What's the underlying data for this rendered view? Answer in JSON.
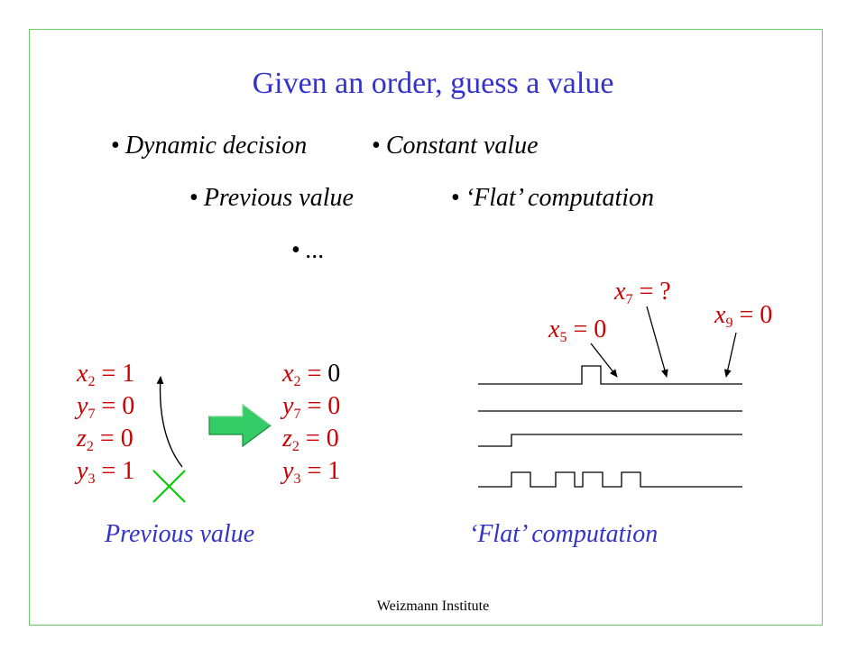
{
  "slide": {
    "title": "Given an order, guess a value",
    "bullets": [
      {
        "glyph": "•",
        "text": "Dynamic decision"
      },
      {
        "glyph": "•",
        "text": "Constant value"
      },
      {
        "glyph": "•",
        "text": "Previous value"
      },
      {
        "glyph": "•",
        "text": "‘Flat’ computation"
      },
      {
        "glyph": "•",
        "text": "..."
      }
    ],
    "left_example": {
      "before": [
        {
          "var": "x",
          "sub": "2",
          "eq": " = ",
          "val": "1"
        },
        {
          "var": "y",
          "sub": "7",
          "eq": " = ",
          "val": "0"
        },
        {
          "var": "z",
          "sub": "2",
          "eq": " = ",
          "val": "0"
        },
        {
          "var": "y",
          "sub": "3",
          "eq": " = ",
          "val": "1"
        }
      ],
      "after": [
        {
          "var": "x",
          "sub": "2",
          "eq": " = ",
          "val": "0"
        },
        {
          "var": "y",
          "sub": "7",
          "eq": " = ",
          "val": "0"
        },
        {
          "var": "z",
          "sub": "2",
          "eq": " = ",
          "val": "0"
        },
        {
          "var": "y",
          "sub": "3",
          "eq": " = ",
          "val": "1"
        }
      ],
      "caption": "Previous value"
    },
    "right_example": {
      "labels": [
        {
          "var": "x",
          "sub": "5",
          "eq": " = ",
          "val": "0"
        },
        {
          "var": "x",
          "sub": "7",
          "eq": " = ",
          "val": "?"
        },
        {
          "var": "x",
          "sub": "9",
          "eq": " = ",
          "val": "0"
        }
      ],
      "caption": "‘Flat’ computation"
    },
    "footer": "Weizmann Institute",
    "colors": {
      "title": "#3333cc",
      "values": "#cc0000",
      "frame": "#66cc66",
      "arrow": "#33cc66",
      "cross": "#00cc00"
    }
  }
}
